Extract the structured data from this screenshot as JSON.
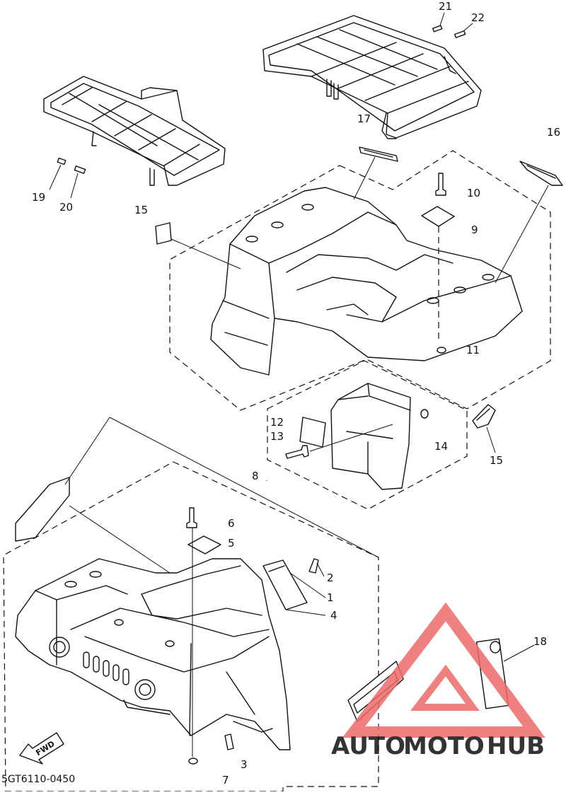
{
  "diagram": {
    "part_code": "5GT6110-0450",
    "fwd_label": "FWD",
    "callouts": [
      {
        "id": "c1",
        "label": "1"
      },
      {
        "id": "c2",
        "label": "2"
      },
      {
        "id": "c3",
        "label": "3"
      },
      {
        "id": "c4",
        "label": "4"
      },
      {
        "id": "c5",
        "label": "5"
      },
      {
        "id": "c6",
        "label": "6"
      },
      {
        "id": "c7",
        "label": "7"
      },
      {
        "id": "c8",
        "label": "8"
      },
      {
        "id": "c9",
        "label": "9"
      },
      {
        "id": "c10",
        "label": "10"
      },
      {
        "id": "c11",
        "label": "11"
      },
      {
        "id": "c12",
        "label": "12"
      },
      {
        "id": "c13",
        "label": "13"
      },
      {
        "id": "c14",
        "label": "14"
      },
      {
        "id": "c15a",
        "label": "15"
      },
      {
        "id": "c15b",
        "label": "15"
      },
      {
        "id": "c16",
        "label": "16"
      },
      {
        "id": "c17",
        "label": "17"
      },
      {
        "id": "c18",
        "label": "18"
      },
      {
        "id": "c19",
        "label": "19"
      },
      {
        "id": "c20",
        "label": "20"
      },
      {
        "id": "c21",
        "label": "21"
      },
      {
        "id": "c22",
        "label": "22"
      }
    ]
  },
  "watermark": {
    "word_part1": "AUTO",
    "word_part2": "MOTO",
    "word_part3": "HUB",
    "color_orange": "#f4b183",
    "color_red": "#ee6b6b",
    "color_gray": "#b5b5b5"
  }
}
